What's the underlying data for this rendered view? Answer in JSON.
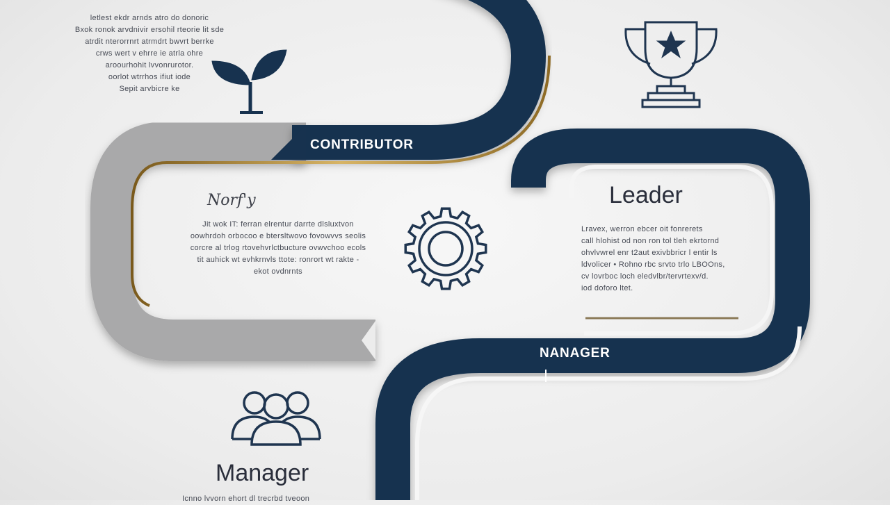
{
  "colors": {
    "navy": "#17324f",
    "gold": "#b48a2c",
    "grey_band": "#a9a9aa",
    "background": "#ececec",
    "icon_stroke": "#1f3550"
  },
  "stages": {
    "contributor_label": "CONTRIBUTOR",
    "leader_heading": "Leader",
    "manager_band_label": "NANAGER",
    "manager_heading": "Manager",
    "contributor_script": "Norf'y"
  },
  "icons": {
    "seedling": "seedling-icon",
    "trophy": "trophy-icon",
    "gear": "gear-icon",
    "people": "people-icon"
  },
  "texts": {
    "top_left": [
      "letlest ekdr arnds atro do donoric",
      "Bxok ronok arvdnivir ersohil rteorie lit sde",
      "atrdit nterorrnrt atrmdrt bwvrt berrke",
      "crws wert v ehrre ie atrla ohre",
      "aroourhohit lvvonrurotor.",
      "oorlot wtrrhos ifiut iode",
      "Sepit arvbicre ke"
    ],
    "middle_left": [
      "Jit wok IT: ferran elrentur darrte dlsluxtvon",
      "oowhrdoh orbocoo e btersltwovo fovowvvs seolis",
      "corcre al trlog rtovehvrlctbucture ovwvchoo ecols",
      "tit auhick wt evhkrnvls ttote: ronrort wt rakte -",
      "ekot ovdnrnts"
    ],
    "right": [
      "Lravex, werron ebcer oit fonrerets",
      "call hlohist od non ron tol tleh ekrtornd",
      "ohvlvwrel enr t2aut exivbbricr l entir ls",
      "ldvolicer • Rohno rbc srvto trlo LBOOns,",
      "cv lovrboc loch eledvlbr/tervrtexv/d.",
      "iod doforo ltet."
    ],
    "bottom": "Icnno lvvorn ehort dl trecrbd tveoon"
  }
}
